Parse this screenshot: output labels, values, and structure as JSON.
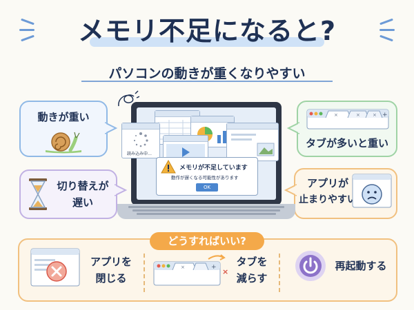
{
  "title": "メモリ不足になると?",
  "subtitle": "パソコンの動きが重くなりやすい",
  "symptoms": {
    "slow": "動きが重い",
    "tabs": "タブが多いと重い",
    "switch_line1": "切り替えが",
    "switch_line2": "遅い",
    "freeze_line1": "アプリが",
    "freeze_line2": "止まりやすい"
  },
  "screen": {
    "loading": "読み込み中…",
    "dialog_title": "メモリが不足しています",
    "dialog_message": "動作が遅くなる可能性があります",
    "ok_button": "OK"
  },
  "solutions": {
    "heading": "どうすればいい?",
    "close_line1": "アプリを",
    "close_line2": "閉じる",
    "reduce_line1": "タブを",
    "reduce_line2": "減らす",
    "restart": "再起動する"
  },
  "colors": {
    "navy": "#1f3154",
    "blue_border": "#90b9e6",
    "green_border": "#9fd3a5",
    "purple_border": "#c1b1e3",
    "orange": "#f4a94a"
  },
  "icons": [
    "snail-icon",
    "hourglass-icon",
    "browser-tabs-icon",
    "sad-face-icon",
    "warning-icon",
    "close-app-icon",
    "power-icon"
  ]
}
